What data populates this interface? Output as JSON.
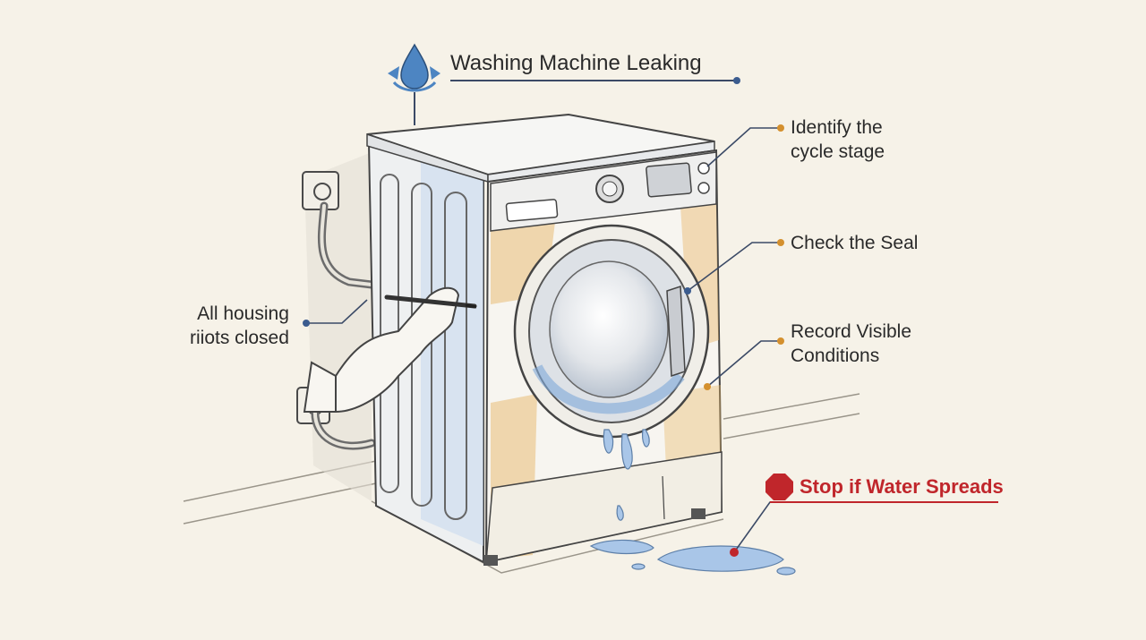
{
  "title": "Washing Machine Leaking",
  "callouts": {
    "cycle_stage": [
      "Identify the",
      "cycle stage"
    ],
    "seal": "Check the Seal",
    "record": [
      "Record Visible",
      "Conditions"
    ],
    "housing": [
      "All housing",
      "riiots closed"
    ],
    "stop": "Stop if Water Spreads"
  },
  "icons": {
    "title": "water-drop-icon",
    "stop": "stop-octagon-icon"
  },
  "colors": {
    "background": "#f6f2e8",
    "ink": "#2a2a2a",
    "leader_line": "#3b4a66",
    "dot_orange": "#d4902e",
    "dot_blue": "#3b5c8f",
    "water_blue": "#7fa8d8",
    "stain_orange": "#e8b86a",
    "alert_red": "#c0262b"
  }
}
